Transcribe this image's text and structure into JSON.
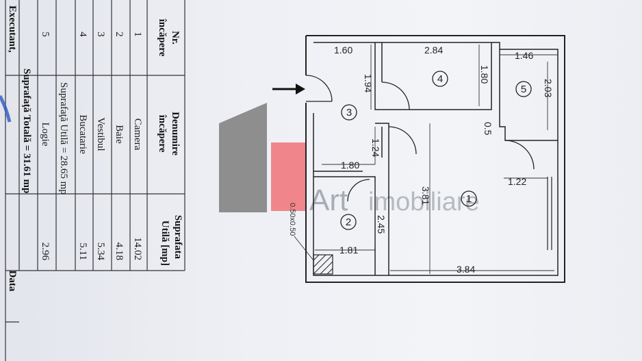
{
  "table": {
    "headers": {
      "nr": [
        "Nr.",
        "încăpere"
      ],
      "denumire": [
        "Denumire",
        "încăpere"
      ],
      "suprafata": [
        "Suprafata",
        "Utilă [mp]"
      ]
    },
    "rows": [
      {
        "nr": "1",
        "name": "Camera",
        "area": "14.02"
      },
      {
        "nr": "2",
        "name": "Baie",
        "area": "4.18"
      },
      {
        "nr": "3",
        "name": "Vestibul",
        "area": "5.34"
      },
      {
        "nr": "4",
        "name": "Bucatarie",
        "area": "5.11"
      },
      {
        "nr": "5",
        "name": "Logie",
        "area": "2.96"
      }
    ],
    "suprafata_utila": "Suprafaţă Utilă = 28.65 mp",
    "suprafata_totala": "Suprafaţă Totală = 31.61 mp",
    "executant": "Executant,",
    "data_label": "Data"
  },
  "plan": {
    "dimensions": {
      "d160": "1.60",
      "d284": "2.84",
      "d146": "1.46",
      "d203": "2.03",
      "d194": "1.94",
      "d180a": "1.80",
      "d05": "0.5",
      "d124": "1.24",
      "d180b": "1.80",
      "d122": "1.22",
      "d381": "3.81",
      "d245": "2.45",
      "d181": "1.81",
      "d384": "3.84",
      "chimney": "0.50x0.50"
    },
    "room_numbers": [
      "1",
      "2",
      "3",
      "4",
      "5"
    ]
  },
  "watermark": {
    "art": "Art",
    "imobiliare": "imobiliare"
  },
  "colors": {
    "logo_gray": "#8e8e8e",
    "logo_red": "#f07a80",
    "ink": "#222222"
  }
}
